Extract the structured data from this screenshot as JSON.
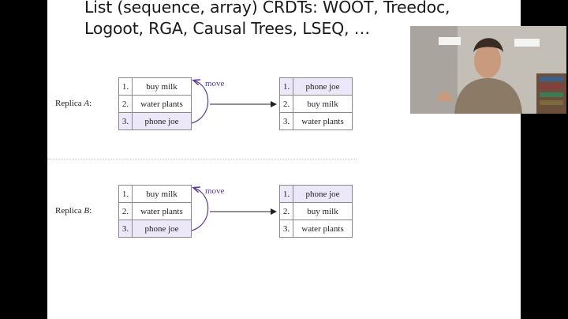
{
  "slide": {
    "title": "List (sequence, array) CRDTs: WOOT, Treedoc, Logoot, RGA, Causal Trees, LSEQ, …"
  },
  "replica_a": {
    "label_prefix": "Replica ",
    "label_var": "A",
    "label_suffix": ":",
    "before": [
      {
        "num": "1.",
        "item": "buy milk"
      },
      {
        "num": "2.",
        "item": "water plants"
      },
      {
        "num": "3.",
        "item": "phone joe"
      }
    ],
    "move_label": "move",
    "after": [
      {
        "num": "1.",
        "item": "phone joe"
      },
      {
        "num": "2.",
        "item": "buy milk"
      },
      {
        "num": "3.",
        "item": "water plants"
      }
    ]
  },
  "replica_b": {
    "label_prefix": "Replica ",
    "label_var": "B",
    "label_suffix": ":",
    "before": [
      {
        "num": "1.",
        "item": "buy milk"
      },
      {
        "num": "2.",
        "item": "water plants"
      },
      {
        "num": "3.",
        "item": "phone joe"
      }
    ],
    "move_label": "move",
    "after": [
      {
        "num": "1.",
        "item": "phone joe"
      },
      {
        "num": "2.",
        "item": "buy milk"
      },
      {
        "num": "3.",
        "item": "water plants"
      }
    ]
  },
  "colors": {
    "highlight": "#ece8fa",
    "move_arrow": "#5b3a9a",
    "slide_bg": "#ffffff",
    "letterbox": "#000000"
  },
  "webcam": {
    "icon": "presenter-video-feed"
  }
}
